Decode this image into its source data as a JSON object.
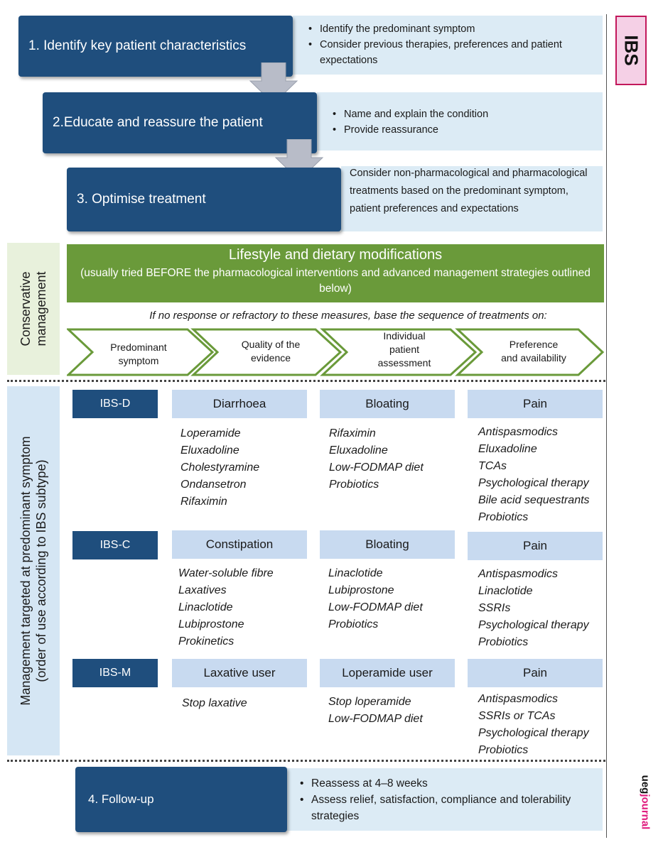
{
  "step1": {
    "title": "1. Identify key patient characteristics",
    "bullets": [
      "Identify the predominant symptom",
      "Consider previous therapies, preferences and patient expectations"
    ]
  },
  "step2": {
    "title": "2.Educate and reassure the patient",
    "bullets": [
      "Name and explain the condition",
      "Provide reassurance"
    ]
  },
  "step3": {
    "title": "3. Optimise treatment",
    "text": "Consider non-pharmacological and pharmacological treatments based on the predominant symptom, patient preferences and expectations"
  },
  "conservative": {
    "side_label_line1": "Conservative",
    "side_label_line2": "management",
    "green_title": "Lifestyle and dietary modifications",
    "green_sub": "(usually tried BEFORE the pharmacological interventions and advanced management strategies outlined below)",
    "refractory_text": "If no response or refractory to these measures, base the sequence of treatments on:",
    "chevrons": [
      {
        "line1": "Predominant",
        "line2": "symptom",
        "line3": ""
      },
      {
        "line1": "Quality of the",
        "line2": "evidence",
        "line3": ""
      },
      {
        "line1": "Individual",
        "line2": "patient",
        "line3": "assessment"
      },
      {
        "line1": "Preference",
        "line2": "and availability",
        "line3": ""
      }
    ]
  },
  "targeted": {
    "side_label_line1": "Management targeted at predominant symptom",
    "side_label_line2": "(order of use according to IBS subtype)",
    "rows": [
      {
        "subtype": "IBS-D",
        "cols": [
          {
            "header": "Diarrhoea",
            "items": [
              "Loperamide",
              "Eluxadoline",
              "Cholestyramine",
              "Ondansetron",
              "Rifaximin"
            ]
          },
          {
            "header": "Bloating",
            "items": [
              "Rifaximin",
              "Eluxadoline",
              "Low-FODMAP diet",
              "Probiotics"
            ]
          },
          {
            "header": "Pain",
            "items": [
              "Antispasmodics",
              "Eluxadoline",
              "TCAs",
              "Psychological therapy",
              "Bile acid sequestrants",
              "Probiotics"
            ]
          }
        ]
      },
      {
        "subtype": "IBS-C",
        "cols": [
          {
            "header": "Constipation",
            "items": [
              "Water-soluble fibre",
              "Laxatives",
              "Linaclotide",
              "Lubiprostone",
              "Prokinetics"
            ]
          },
          {
            "header": "Bloating",
            "items": [
              "Linaclotide",
              "Lubiprostone",
              "Low-FODMAP diet",
              "Probiotics"
            ]
          },
          {
            "header": "Pain",
            "items": [
              "Antispasmodics",
              "Linaclotide",
              "SSRIs",
              "Psychological therapy",
              "Probiotics"
            ]
          }
        ]
      },
      {
        "subtype": "IBS-M",
        "cols": [
          {
            "header": "Laxative user",
            "items": [
              "Stop laxative"
            ]
          },
          {
            "header": "Loperamide user",
            "items": [
              "Stop loperamide",
              "Low-FODMAP diet"
            ]
          },
          {
            "header": "Pain",
            "items": [
              "Antispasmodics",
              "SSRIs or TCAs",
              "Psychological therapy",
              "Probiotics"
            ]
          }
        ]
      }
    ]
  },
  "step4": {
    "title": "4. Follow-up",
    "bullets": [
      "Reassess at 4–8 weeks",
      "Assess relief, satisfaction, compliance and tolerability strategies"
    ]
  },
  "side_tab": "IBS",
  "brand": {
    "top": "ueg",
    "bottom": "journal"
  },
  "colors": {
    "navy": "#1f4e7d",
    "green": "#6a9a3a",
    "light_blue": "#dcebf5",
    "symptom_blue": "#c8daf0",
    "tab_pink": "#f5d0e6",
    "brand_pink": "#e0197d"
  }
}
